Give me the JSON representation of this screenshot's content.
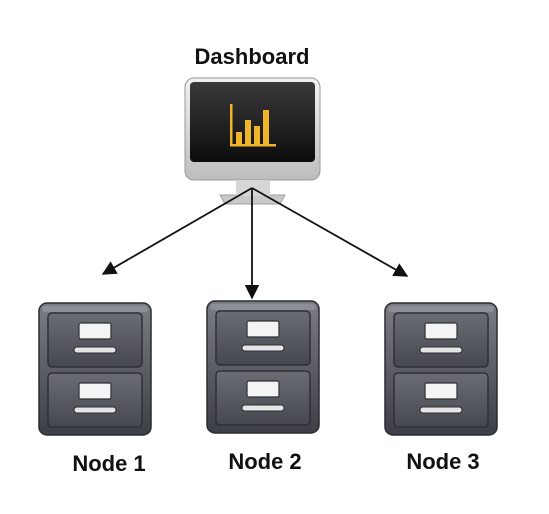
{
  "dashboard": {
    "title": "Dashboard",
    "icon": "monitor-chart-icon",
    "chart_color": "#f0b429"
  },
  "nodes": [
    {
      "label": "Node 1",
      "icon": "file-cabinet-icon"
    },
    {
      "label": "Node 2",
      "icon": "file-cabinet-icon"
    },
    {
      "label": "Node 3",
      "icon": "file-cabinet-icon"
    }
  ],
  "edges": [
    {
      "from": "Dashboard",
      "to": "Node 1"
    },
    {
      "from": "Dashboard",
      "to": "Node 2"
    },
    {
      "from": "Dashboard",
      "to": "Node 3"
    }
  ]
}
